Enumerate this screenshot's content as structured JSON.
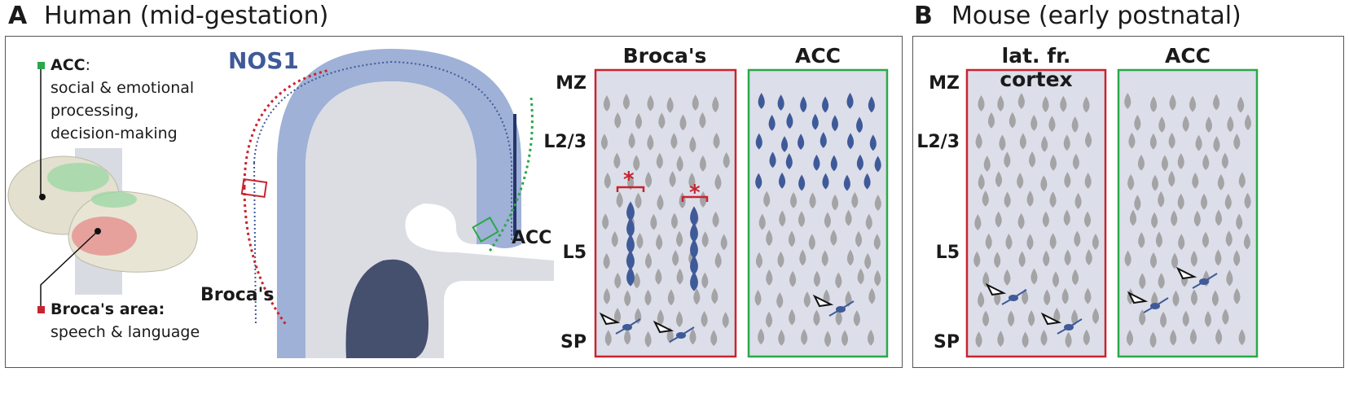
{
  "panel_a": {
    "letter": "A",
    "title": "Human (mid-gestation)",
    "marker_label": "NOS1",
    "acc_callout": {
      "bold": "ACC",
      "text_lines": [
        "social & emotional",
        "processing,",
        "decision-making"
      ],
      "colon": ":"
    },
    "broca_callout": {
      "bold": "Broca's area:",
      "text": "speech & language"
    },
    "section_labels": {
      "broca": "Broca's",
      "acc": "ACC"
    },
    "columns": [
      {
        "title": "Broca's",
        "border": "#c8242f"
      },
      {
        "title": "ACC",
        "border": "#2aa84a"
      }
    ],
    "layers": [
      "MZ",
      "L2/3",
      "L5",
      "SP"
    ],
    "spacing_mark": "*"
  },
  "panel_b": {
    "letter": "B",
    "title": "Mouse (early postnatal)",
    "columns": [
      {
        "title": "lat. fr. cortex",
        "border": "#c8242f"
      },
      {
        "title": "ACC",
        "border": "#2aa84a"
      }
    ],
    "layers": [
      "MZ",
      "L2/3",
      "L5",
      "SP"
    ]
  },
  "colors": {
    "nos1_blue": "#3f5a99",
    "neuron_gray": "#a4a4a6",
    "column_fill": "#dcdee9",
    "broca_red": "#c8242f",
    "acc_green": "#2aa84a",
    "section_fill": "#dcdde3",
    "cortex_band": "#9fb1d6"
  }
}
